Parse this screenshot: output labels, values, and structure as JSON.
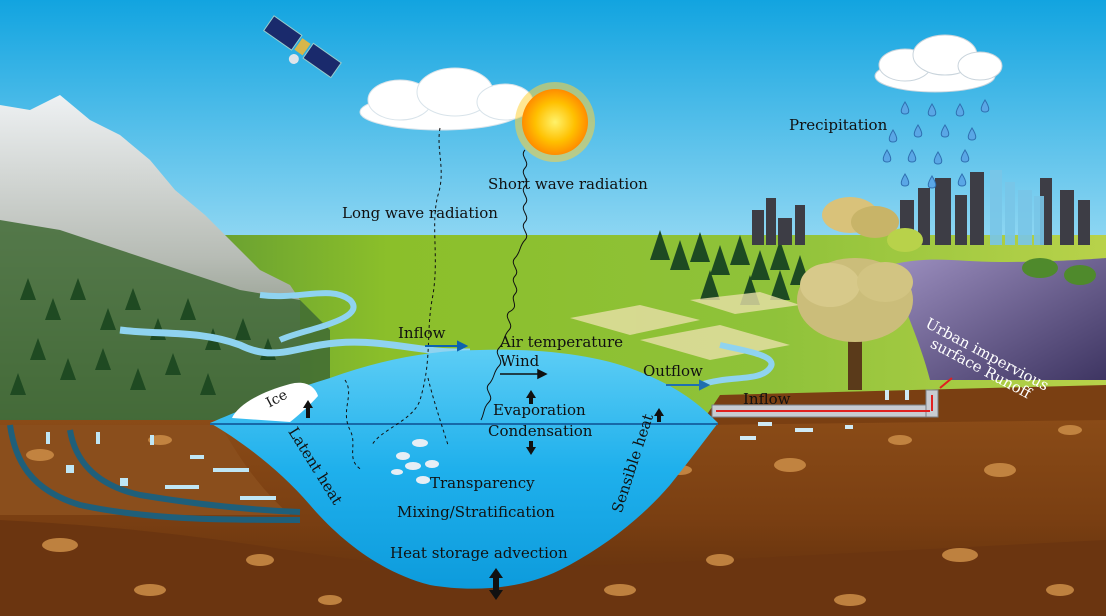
{
  "labels": {
    "long_wave": "Long wave radiation",
    "short_wave": "Short wave radiation",
    "precipitation": "Precipitation",
    "urban_runoff_1": "Urban impervious",
    "urban_runoff_2": "surface Runoff",
    "inflow_left": "Inflow",
    "air_temperature": "Air temperature",
    "wind": "Wind",
    "outflow": "Outflow",
    "inflow_right": "Inflow",
    "ice": "Ice",
    "evaporation": "Evaporation",
    "condensation": "Condensation",
    "latent_heat": "Latent heat",
    "sensible_heat": "Sensible heat",
    "transparency": "Transparency",
    "mixing": "Mixing/Stratification",
    "heat_storage": "Heat storage advection"
  },
  "colors": {
    "sky": "#1aa9e0",
    "water": "#2bb8ee",
    "soil": "#7a3f12",
    "grass": "#7fb52a",
    "sun": "#ffb000"
  }
}
